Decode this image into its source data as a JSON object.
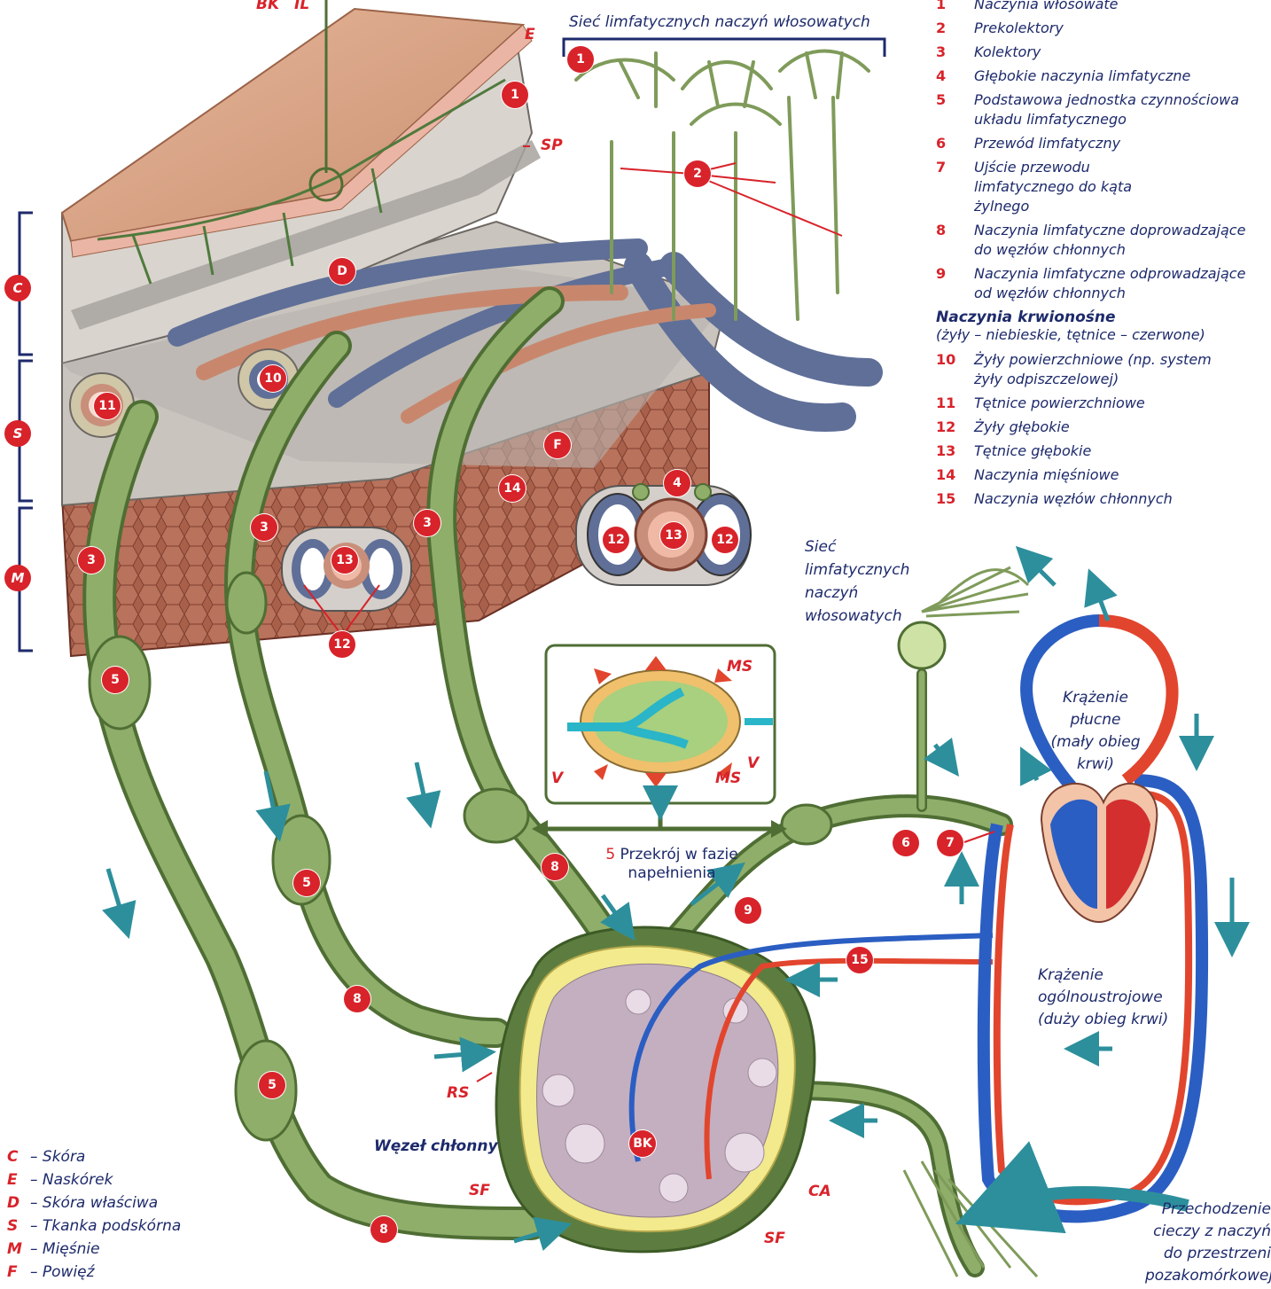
{
  "top_labels": {
    "bk": "BK",
    "il": "IL"
  },
  "capillary_network_title": "Sieć limfatycznych naczyń włosowatych",
  "capillary_network_side": [
    "Sieć",
    "limfatycznych",
    "naczyń",
    "włosowatych"
  ],
  "layer_letters": {
    "E": "E",
    "SP": "SP",
    "D": "D",
    "F": "F"
  },
  "brackets": [
    {
      "letter": "C"
    },
    {
      "letter": "S"
    },
    {
      "letter": "M"
    }
  ],
  "legend_lymph": [
    {
      "num": "1",
      "text": "Naczynia włosowate"
    },
    {
      "num": "2",
      "text": "Prekolektory"
    },
    {
      "num": "3",
      "text": "Kolektory"
    },
    {
      "num": "4",
      "text": "Głębokie naczynia limfatyczne"
    },
    {
      "num": "5",
      "text": "Podstawowa jednostka czynnościowa układu limfatycznego"
    },
    {
      "num": "6",
      "text": "Przewód limfatyczny"
    },
    {
      "num": "7",
      "text": "Ujście przewodu limfatycznego do kąta żylnego"
    },
    {
      "num": "8",
      "text": "Naczynia limfatyczne doprowadzające do węzłów chłonnych"
    },
    {
      "num": "9",
      "text": "Naczynia limfatyczne odprowadzające od węzłów chłonnych"
    }
  ],
  "blood_heading": "Naczynia krwionośne",
  "blood_subheading": "(żyły – niebieskie, tętnice – czerwone)",
  "legend_blood": [
    {
      "num": "10",
      "text": "Żyły powierzchniowe (np. system żyły odpiszczelowej)"
    },
    {
      "num": "11",
      "text": "Tętnice powierzchniowe"
    },
    {
      "num": "12",
      "text": "Żyły głębokie"
    },
    {
      "num": "13",
      "text": "Tętnice głębokie"
    },
    {
      "num": "14",
      "text": "Naczynia mięśniowe"
    },
    {
      "num": "15",
      "text": "Naczynia węzłów chłonnych"
    }
  ],
  "inset": {
    "ms": "MS",
    "v": "V",
    "caption_num": "5",
    "caption_line1": "Przekrój w fazie",
    "caption_line2": "napełnienia"
  },
  "pulmonary": [
    "Krążenie",
    "płucne",
    "(mały obieg",
    "krwi)"
  ],
  "systemic": [
    "Krążenie",
    "ogólnoustrojowe",
    "(duży obieg krwi)"
  ],
  "fluid": [
    "Przechodzenie",
    "cieczy z naczyń",
    "do przestrzeni",
    "pozakomórkowej"
  ],
  "node_title": "Węzeł chłonny",
  "node_labels": {
    "rs": "RS",
    "sf": "SF",
    "ca": "CA",
    "bk": "BK"
  },
  "abbreviations": [
    {
      "letter": "C",
      "text": "– Skóra"
    },
    {
      "letter": "E",
      "text": "– Naskórek"
    },
    {
      "letter": "D",
      "text": "– Skóra właściwa"
    },
    {
      "letter": "S",
      "text": "– Tkanka podskórna"
    },
    {
      "letter": "M",
      "text": "– Mięśnie"
    },
    {
      "letter": "F",
      "text": "– Powięź"
    }
  ],
  "badges": {
    "n1": "1",
    "n2": "2",
    "n3": "3",
    "n4": "4",
    "n5": "5",
    "n6": "6",
    "n7": "7",
    "n8": "8",
    "n9": "9",
    "n10": "10",
    "n11": "11",
    "n12": "12",
    "n13": "13",
    "n14": "14",
    "n15": "15"
  },
  "colors": {
    "lymph": "#8fae6a",
    "lymph_dark": "#4f6e34",
    "vein": "#2b5ec2",
    "artery": "#e2452d",
    "accent_red": "#d8232a",
    "text_navy": "#1d2a6b",
    "teal_arrow": "#2d8f9c"
  }
}
